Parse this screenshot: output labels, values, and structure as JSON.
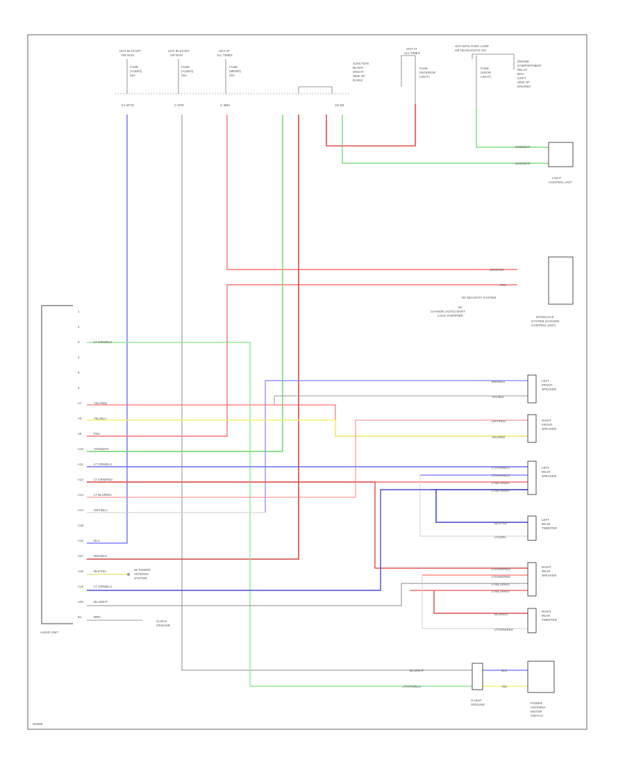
{
  "page_label": "W0000",
  "top_fuses": [
    {
      "id": "fuse-hot-start-run-1",
      "lines": [
        "HOT IN START",
        "OR RUN"
      ],
      "fuse": [
        "FUSE",
        "(AUDIO)",
        "15A"
      ],
      "pin": "C1 6FTE"
    },
    {
      "id": "fuse-hot-start-run-2",
      "lines": [
        "HOT IN START",
        "OR RUN"
      ],
      "fuse": [
        "FUSE",
        "(AUDIO)",
        "15A"
      ],
      "pin": "C 6ITE"
    },
    {
      "id": "fuse-hot-at-all-times",
      "lines": [
        "HOT AT",
        "ALL TIMES"
      ],
      "fuse": [
        "FUSE",
        "(MEMO)",
        "10A"
      ],
      "pin": "C 3BM"
    },
    {
      "id": "junction-block",
      "lines": [
        "JUNCTION",
        "BLOCK",
        "(RIGHT",
        "SIDE OF",
        "DASH)"
      ],
      "fuse": [],
      "pin": "C8 3M"
    }
  ],
  "top_right_fuses": [
    {
      "id": "fuse-hot-at-all-times-2",
      "lines": [
        "HOT AT",
        "ALL TIMES"
      ],
      "fuse": [
        "FUSE",
        "(INTERIOR",
        "LIGHT)"
      ]
    },
    {
      "id": "fuse-hot-with-parking",
      "lines": [
        "HOT WITH PARK LAMP",
        "OR HEADLIGHTS ON"
      ],
      "fuse": [
        "FUSE",
        "(DOOR",
        "LIGHT)"
      ]
    }
  ],
  "right_side_labels": [
    "ENGINE",
    "COMPARTMENT",
    "RELAY",
    "BOX",
    "(LEFT",
    "SIDE OF",
    "ENGINE)"
  ],
  "connectors": {
    "light_control": {
      "name": [
        "LIGHT",
        "CONTROL UNIT"
      ],
      "wires": [
        "GRN/WHT",
        "GRN/WHT"
      ]
    },
    "interlock": {
      "name": [
        "INTERLOCK",
        "SYSTEM (CHANGE",
        "CONTROL UNIT)"
      ],
      "wires": [
        "GRN/RED",
        "PNK"
      ],
      "note": "W/ SECURITY SYSTEM",
      "subnote": [
        "W/",
        "CHANGE (AUTO) SHIFT",
        "LOCK OVERRIDE"
      ]
    },
    "left_front_speaker": {
      "name": [
        "LEFT",
        "FRONT",
        "SPEAKER"
      ],
      "wires": [
        "BRN/BLU",
        "YEL/BLK"
      ]
    },
    "right_front_speaker": {
      "name": [
        "RIGHT",
        "FRONT",
        "SPEAKER"
      ],
      "wires": [
        "GRY/RED",
        "YEL/RED"
      ]
    },
    "left_rear_speaker": {
      "name": [
        "LEFT",
        "REAR",
        "SPEAKER"
      ],
      "wires": [
        "LT/GRN/BLU",
        "LT/GRN/BLU",
        "LT/BLU/RED",
        "LT/BLU/RED"
      ]
    },
    "left_tweeter": {
      "name": [
        "LEFT",
        "REAR",
        "TWEETER"
      ],
      "wires": [
        "BLU/YEL",
        "LT/GRN"
      ]
    },
    "right_rear_speaker": {
      "name": [
        "RIGHT",
        "REAR",
        "SPEAKER"
      ],
      "wires": [
        "LT/GRN/RED",
        "LT/GRN/RED",
        "LT/BLU/RED",
        "LT/BLU/RED"
      ]
    },
    "right_tweeter": {
      "name": [
        "RIGHT",
        "REAR",
        "TWEETER"
      ],
      "wires": [
        "BLU/RED",
        "LT/GRN/RED"
      ]
    },
    "audio_ground": {
      "name": [
        "G-UNIT",
        "GROUND"
      ],
      "wires": [
        "BLU/WHT",
        "LT/GRN/BLU"
      ]
    },
    "antenna": {
      "name": [
        "POWER",
        "ANTENNA",
        "MOTOR",
        "SWITCH"
      ],
      "wires": [
        "BLK",
        "YEL"
      ]
    }
  },
  "audio_unit": {
    "label": "AUDIO UNIT",
    "pins": [
      {
        "pin": "1",
        "wire": ""
      },
      {
        "pin": "2",
        "wire": ""
      },
      {
        "pin": "3",
        "wire": "LT GRN/BLU"
      },
      {
        "pin": "4",
        "wire": ""
      },
      {
        "pin": "5",
        "wire": ""
      },
      {
        "pin": "6",
        "wire": ""
      },
      {
        "pin": "A7",
        "wire": "YEL/RED"
      },
      {
        "pin": "A8",
        "wire": "YEL/BLU"
      },
      {
        "pin": "A9",
        "wire": "PNK"
      },
      {
        "pin": "A10",
        "wire": "GRN/WHT"
      },
      {
        "pin": "A11",
        "wire": "LT GRN/BLU"
      },
      {
        "pin": "A12",
        "wire": "LT GRN/RED"
      },
      {
        "pin": "A13",
        "wire": "LT BLU/RED"
      },
      {
        "pin": "A14",
        "wire": "GRY/BLU"
      },
      {
        "pin": "A15",
        "wire": ""
      },
      {
        "pin": "A16",
        "wire": "BLU"
      },
      {
        "pin": "A17",
        "wire": "RED/BLK"
      },
      {
        "pin": "A18",
        "wire": "BLK/YEL"
      },
      {
        "pin": "A19",
        "wire": "LT GRN/BLU"
      },
      {
        "pin": "A20",
        "wire": "BLU/WHT"
      },
      {
        "pin": "B1",
        "wire": "BRN"
      }
    ],
    "antenna_note": [
      "W/ POWER",
      "ANTENNA",
      "SYSTEM"
    ],
    "clock_note": [
      "CLOCK",
      "GROUND"
    ]
  },
  "colors": {
    "blue": "#6f6fff",
    "red": "#ff6b6b",
    "darkred": "#d84a4a",
    "green": "#6edc6e",
    "yellow": "#f2f27a",
    "gray": "#9a9a9a",
    "black": "#555555",
    "navy": "#3c3cd0",
    "lightgray": "#d4d4d4"
  }
}
